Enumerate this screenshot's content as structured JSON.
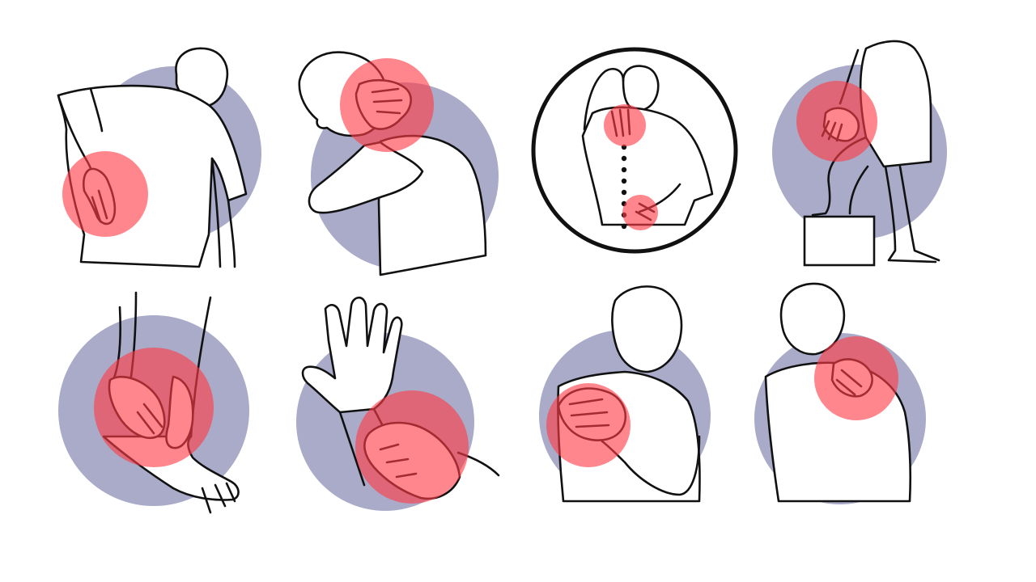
{
  "colors": {
    "background": "#ffffff",
    "halo": "#a9abc9",
    "pain": "#ff3b45",
    "pain_opacity": 0.62,
    "outline": "#111111"
  },
  "illustrations": [
    {
      "id": "lower-back-pain",
      "icon": "lower-back-pain-icon"
    },
    {
      "id": "neck-pain",
      "icon": "neck-pain-icon"
    },
    {
      "id": "spine-pain",
      "icon": "spine-pain-icon"
    },
    {
      "id": "knee-pain",
      "icon": "knee-pain-icon"
    },
    {
      "id": "ankle-pain",
      "icon": "ankle-pain-icon"
    },
    {
      "id": "wrist-pain",
      "icon": "wrist-pain-icon"
    },
    {
      "id": "shoulder-pain",
      "icon": "shoulder-pain-icon"
    },
    {
      "id": "upper-back-pain",
      "icon": "upper-back-pain-icon"
    }
  ]
}
